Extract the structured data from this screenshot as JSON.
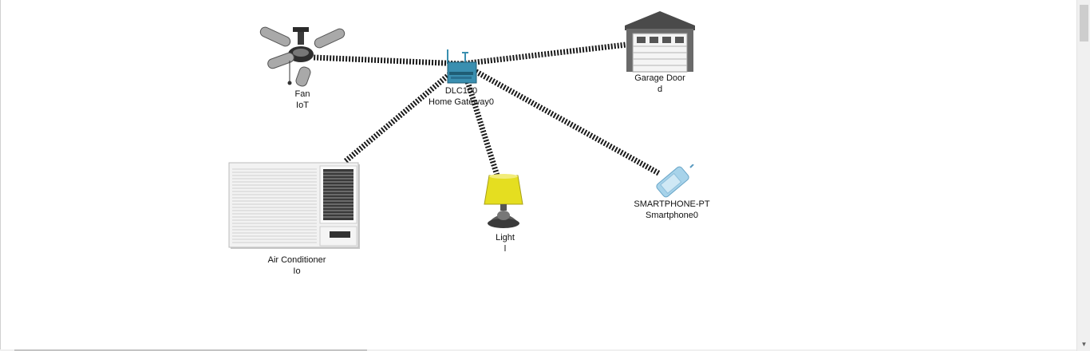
{
  "devices": {
    "fan": {
      "name": "Fan",
      "sub": "IoT",
      "icon": "ceiling-fan-icon"
    },
    "gateway": {
      "name": "DLC100",
      "sub": "Home Gateway0",
      "icon": "home-gateway-icon"
    },
    "garage": {
      "name": "Garage Door",
      "sub": "d",
      "icon": "garage-door-icon"
    },
    "ac": {
      "name": "Air Conditioner",
      "sub": "Io",
      "icon": "air-conditioner-icon"
    },
    "light": {
      "name": "Light",
      "sub": "l",
      "icon": "lamp-icon"
    },
    "phone": {
      "name": "SMARTPHONE-PT",
      "sub": "Smartphone0",
      "icon": "smartphone-icon"
    }
  },
  "links": [
    {
      "from": "gateway",
      "to": "fan",
      "type": "wireless"
    },
    {
      "from": "gateway",
      "to": "garage",
      "type": "wireless"
    },
    {
      "from": "gateway",
      "to": "ac",
      "type": "wireless"
    },
    {
      "from": "gateway",
      "to": "light",
      "type": "wireless"
    },
    {
      "from": "gateway",
      "to": "phone",
      "type": "wireless"
    }
  ],
  "colors": {
    "link": "#1a1a1a",
    "gateway": "#3a8fb0",
    "lamp_shade": "#e5de20",
    "phone": "#a7d3ea"
  }
}
